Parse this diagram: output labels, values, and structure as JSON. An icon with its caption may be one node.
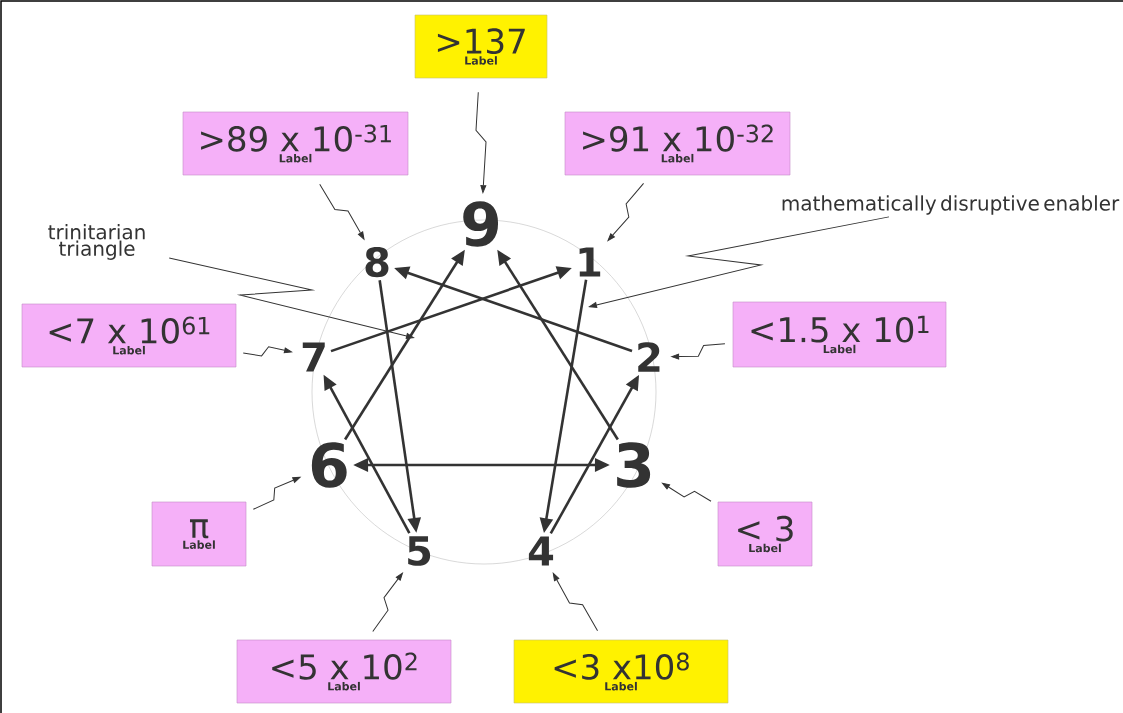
{
  "diagram": {
    "nodes": [
      {
        "text": [
          ">137",
          "Label"
        ]
      },
      {
        "text": [
          ">89 x 10$^{-31}$",
          "Label"
        ]
      },
      {
        "text": [
          ">91 x 10$^{-32}$",
          "Label"
        ]
      },
      {
        "text": [
          "mathematically disruptive enabler"
        ]
      },
      {
        "text": [
          "trinitarian triangle"
        ]
      },
      {
        "text": [
          "9"
        ]
      },
      {
        "text": [
          "8"
        ]
      },
      {
        "text": [
          "1"
        ]
      },
      {
        "text": [
          "<7 x 10$^{61}$",
          "Label"
        ]
      },
      {
        "text": [
          "7"
        ]
      },
      {
        "text": [
          "2"
        ]
      },
      {
        "text": [
          "<1.5 x 10$^{1}$",
          "Label"
        ]
      },
      {
        "text": [
          "6"
        ]
      },
      {
        "text": [
          "3"
        ]
      },
      {
        "text": [
          "π",
          "Label"
        ]
      },
      {
        "text": [
          "< 3",
          "Label"
        ]
      },
      {
        "text": [
          "5"
        ]
      },
      {
        "text": [
          "4"
        ]
      },
      {
        "text": [
          "<5 x 10$^{2}$",
          "Label"
        ]
      },
      {
        "text": [
          "<3 x10$^{8}$",
          "Label"
        ]
      }
    ],
    "edges": [
      {
        "from": 0,
        "to": 5,
        "arrow": "to"
      },
      {
        "from": 1,
        "to": 6,
        "arrow": "to"
      },
      {
        "from": 2,
        "to": 7,
        "arrow": "to"
      },
      {
        "from": 8,
        "to": 9,
        "arrow": "to"
      },
      {
        "from": 11,
        "to": 10,
        "arrow": "to"
      },
      {
        "from": 14,
        "to": 12,
        "arrow": "to"
      },
      {
        "from": 15,
        "to": 13,
        "arrow": "to"
      },
      {
        "from": 18,
        "to": 16,
        "arrow": "to"
      },
      {
        "from": 19,
        "to": 17,
        "arrow": "to"
      },
      {
        "from": 7,
        "to": 17,
        "arrow": "to"
      },
      {
        "from": 17,
        "to": 10,
        "arrow": "to"
      },
      {
        "from": 10,
        "to": 6,
        "arrow": "to"
      },
      {
        "from": 6,
        "to": 16,
        "arrow": "to"
      },
      {
        "from": 16,
        "to": 9,
        "arrow": "to"
      },
      {
        "from": 9,
        "to": 7,
        "arrow": "to"
      },
      {
        "from": 13,
        "to": 5,
        "arrow": "to"
      },
      {
        "from": 12,
        "to": 5,
        "arrow": "to"
      },
      {
        "from": 12,
        "to": 13,
        "arrow": "both"
      },
      {
        "from": 4,
        "to": null,
        "arrow": "to"
      },
      {
        "from": 3,
        "to": null,
        "arrow": "to"
      }
    ]
  }
}
